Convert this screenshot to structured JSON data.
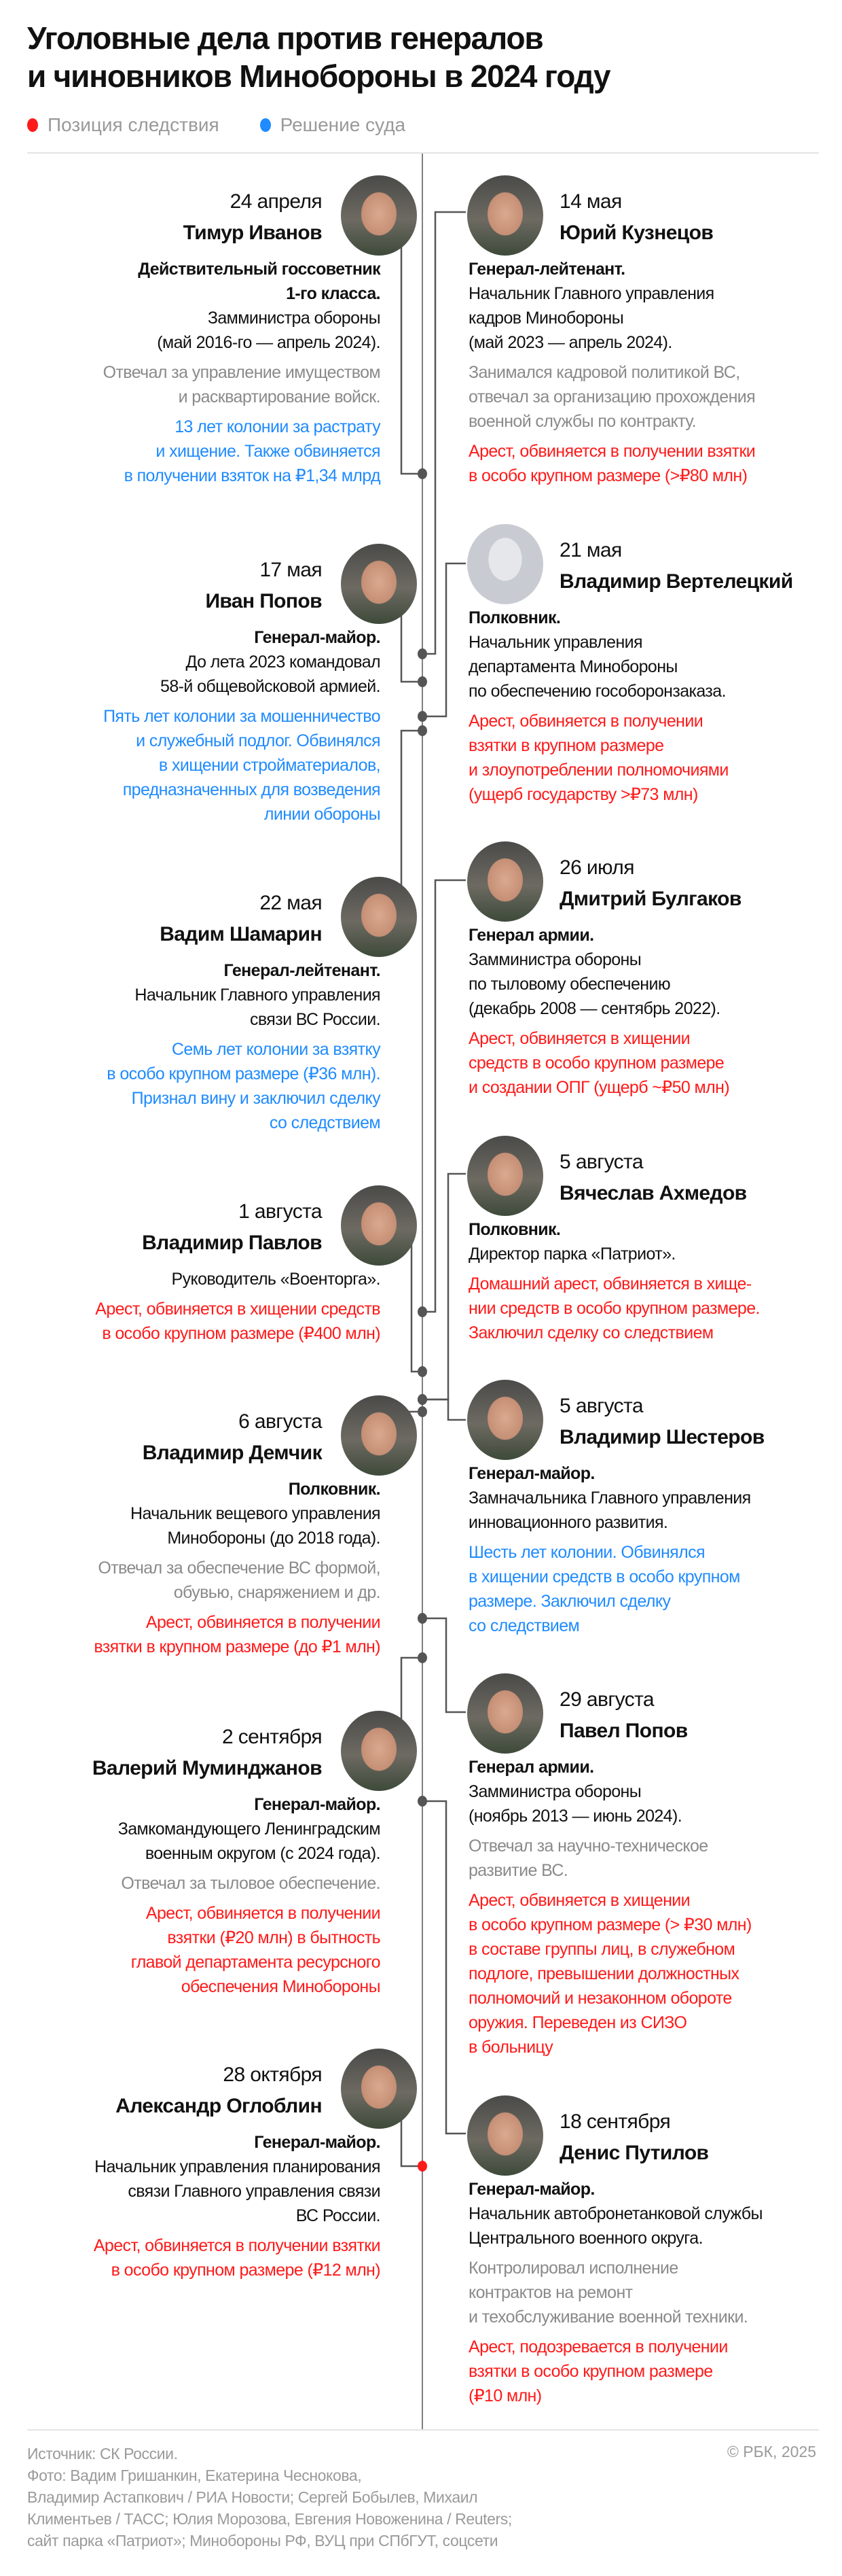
{
  "title": "Уголовные дела против генералов\nи чиновников Минобороны в 2024 году",
  "legend": [
    {
      "label": "Позиция следствия",
      "color": "#ff1a1a"
    },
    {
      "label": "Решение суда",
      "color": "#1f8bff"
    }
  ],
  "colors": {
    "investigation": "#ff1a1a",
    "court": "#1f8bff",
    "line": "#555555"
  },
  "entries": [
    {
      "side": "left",
      "date": "24 апреля",
      "name": "Тимур Иванов",
      "rank": "Действительный госсоветник\n1-го класса.",
      "position": "Замминистра обороны\n(май 2016-го — апрель 2024).",
      "duty": "Отвечал за управление имуществом\nи расквартирование войск.",
      "status_type": "court",
      "status": "13 лет колонии за растрату\nи хищение. Также обвиняется\nв получении взяток на ₽1,34 млрд",
      "photo": "portrait"
    },
    {
      "side": "right",
      "date": "14 мая",
      "name": "Юрий Кузнецов",
      "rank": "Генерал-лейтенант.",
      "position": "Начальник Главного управления\nкадров Минобороны\n(май 2023 — апрель 2024).",
      "duty": "Занимался кадровой политикой ВС,\nотвечал за организацию прохождения\nвоенной службы по контракту.",
      "status_type": "investigation",
      "status": "Арест, обвиняется в получении взятки\nв особо крупном размере (>₽80 млн)",
      "photo": "portrait"
    },
    {
      "side": "left",
      "date": "17 мая",
      "name": "Иван Попов",
      "rank": "Генерал-майор.",
      "position": "До лета 2023 командовал\n58-й общевойсковой армией.",
      "duty": "",
      "status_type": "court",
      "status": "Пять лет колонии за мошенничество\nи служебный подлог. Обвинялся\nв хищении стройматериалов,\nпредназначенных для возведения\nлинии обороны",
      "photo": "portrait"
    },
    {
      "side": "right",
      "date": "21 мая",
      "name": "Владимир Вертелецкий",
      "rank": "Полковник.",
      "position": "Начальник управления\nдепартамента Минобороны\nпо обеспечению гособоронзаказа.",
      "duty": "",
      "status_type": "investigation",
      "status": "Арест, обвиняется в получении\nвзятки в крупном размере\nи злоупотреблении полномочиями\n(ущерб государству >₽73 млн)",
      "photo": "placeholder"
    },
    {
      "side": "left",
      "date": "22 мая",
      "name": "Вадим Шамарин",
      "rank": "Генерал-лейтенант.",
      "position": "Начальник Главного управления\nсвязи ВС России.",
      "duty": "",
      "status_type": "court",
      "status": "Семь лет колонии за взятку\nв особо крупном размере (₽36 млн).\nПризнал вину и заключил сделку\nсо следствием",
      "photo": "portrait"
    },
    {
      "side": "right",
      "date": "26 июля",
      "name": "Дмитрий Булгаков",
      "rank": "Генерал армии.",
      "position": "Замминистра обороны\nпо тыловому обеспечению\n(декабрь 2008 — сентябрь 2022).",
      "duty": "",
      "status_type": "investigation",
      "status": "Арест, обвиняется в хищении\nсредств в особо крупном размере\nи создании ОПГ (ущерб ~₽50 млн)",
      "photo": "portrait"
    },
    {
      "side": "left",
      "date": "1 августа",
      "name": "Владимир Павлов",
      "rank": "",
      "position": "Руководитель «Военторга».",
      "duty": "",
      "status_type": "investigation",
      "status": "Арест, обвиняется в хищении средств\nв особо крупном размере (₽400 млн)",
      "photo": "portrait"
    },
    {
      "side": "right",
      "date": "5 августа",
      "name": "Вячеслав Ахмедов",
      "rank": "Полковник.",
      "position": "Директор парка «Патриот».",
      "duty": "",
      "status_type": "investigation",
      "status": "Домашний арест, обвиняется в хище-\nнии средств в особо крупном размере.\nЗаключил сделку со следствием",
      "photo": "portrait"
    },
    {
      "side": "left",
      "date": "6 августа",
      "name": "Владимир Демчик",
      "rank": "Полковник.",
      "position": "Начальник вещевого управления\nМинобороны (до 2018 года).",
      "duty": "Отвечал за обеспечение ВС формой,\nобувью, снаряжением и др.",
      "status_type": "investigation",
      "status": "Арест, обвиняется в получении\nвзятки в крупном размере (до ₽1 млн)",
      "photo": "portrait"
    },
    {
      "side": "right",
      "date": "5 августа",
      "name": "Владимир Шестеров",
      "rank": "Генерал-майор.",
      "position": "Замначальника Главного управления\nинновационного развития.",
      "duty": "",
      "status_type": "court",
      "status": "Шесть лет колонии. Обвинялся\nв хищении средств в особо крупном\nразмере. Заключил сделку\nсо следствием",
      "photo": "portrait"
    },
    {
      "side": "left",
      "date": "2 сентября",
      "name": "Валерий Муминджанов",
      "rank": "Генерал-майор.",
      "position": "Замкомандующего Ленинградским\nвоенным округом (с 2024 года).",
      "duty": "Отвечал за тыловое обеспечение.",
      "status_type": "investigation",
      "status": "Арест, обвиняется в получении\nвзятки (₽20 млн) в бытность\nглавой департамента ресурсного\nобеспечения Минобороны",
      "photo": "portrait"
    },
    {
      "side": "right",
      "date": "29 августа",
      "name": "Павел Попов",
      "rank": "Генерал армии.",
      "position": "Замминистра обороны\n(ноябрь 2013 — июнь 2024).",
      "duty": "Отвечал за научно-техническое\nразвитие ВС.",
      "status_type": "investigation",
      "status": "Арест, обвиняется в хищении\nв особо крупном размере (> ₽30 млн)\nв составе группы лиц, в служебном\nподлоге, превышении должностных\nполномочий и незаконном обороте\nоружия. Переведен из СИЗО\nв больницу",
      "photo": "portrait"
    },
    {
      "side": "left",
      "date": "28 октября",
      "name": "Александр Оглоблин",
      "rank": "Генерал-майор.",
      "position": "Начальник управления планирования\nсвязи Главного управления связи\nВС России.",
      "duty": "",
      "status_type": "investigation",
      "status": "Арест, обвиняется в получении взятки\nв особо крупном размере (₽12 млн)",
      "photo": "portrait"
    },
    {
      "side": "right",
      "date": "18 сентября",
      "name": "Денис Путилов",
      "rank": "Генерал-майор.",
      "position": "Начальник автобронетанковой службы\nЦентрального военного округа.",
      "duty": "Контролировал исполнение\nконтрактов на ремонт\nи техобслуживание военной техники.",
      "status_type": "investigation",
      "status": "Арест, подозревается в получении\nвзятки в особо крупном размере\n(₽10 млн)",
      "photo": "portrait"
    }
  ],
  "footer": {
    "source": "Источник: СК России.\nФото: Вадим Гришанкин, Екатерина Чеснокова,\nВладимир Астапкович / РИА Новости; Сергей Бобылев, Михаил\nКлиментьев / ТАСС; Юлия Морозова, Евгения Новоженина / Reuters;\nсайт парка «Патриот»; Минобороны РФ, ВУЦ при СПбГУТ, соцсети",
    "copyright": "© РБК, 2025"
  }
}
